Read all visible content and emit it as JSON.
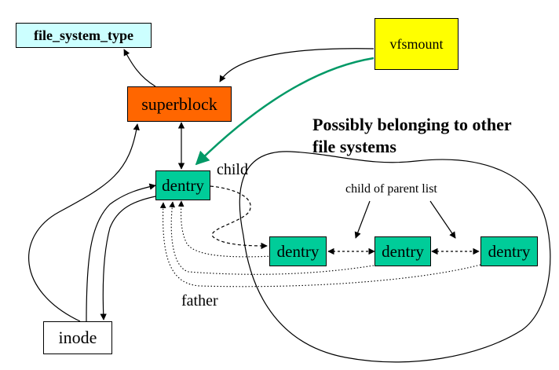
{
  "colors": {
    "file_system_type_fill": "#ccffff",
    "superblock_fill": "#ff6600",
    "vfsmount_fill": "#ffff00",
    "dentry_fill": "#00cc99",
    "inode_fill": "#ffffff",
    "mount_arrow": "#009966"
  },
  "nodes": {
    "file_system_type": "file_system_type",
    "vfsmount": "vfsmount",
    "superblock": "superblock",
    "dentry_main": "dentry",
    "dentry_sibling_1": "dentry",
    "dentry_sibling_2": "dentry",
    "dentry_sibling_3": "dentry",
    "inode": "inode"
  },
  "labels": {
    "region_title_line1": "Possibly belonging to other",
    "region_title_line2": "file systems",
    "child": "child",
    "child_of_parent_list": "child of parent list",
    "father": "father"
  }
}
